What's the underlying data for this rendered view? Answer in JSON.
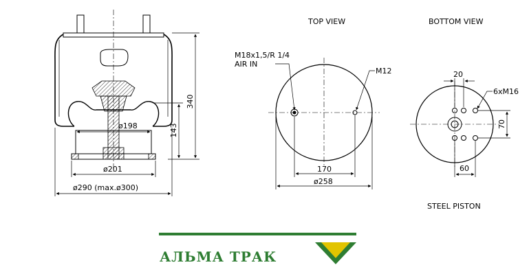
{
  "views": {
    "top_title": "TOP VIEW",
    "bottom_title": "BOTTOM VIEW",
    "steel_piston": "STEEL PISTON"
  },
  "side_view": {
    "height_total": "340",
    "height_piston": "143",
    "dia_inner": "ø198",
    "dia_piston": "ø201",
    "dia_outer": "ø290  (max.ø300)"
  },
  "top_view": {
    "air_in_line1": "M18x1,5/R 1/4",
    "air_in_line2": "AIR IN",
    "bolt_label": "M12",
    "bolt_spacing": "170",
    "plate_dia": "ø258"
  },
  "bottom_view": {
    "dim_top": "20",
    "thread_label": "6xM16",
    "dim_right": "70",
    "dim_bottom": "60"
  },
  "brand": {
    "name": "АЛЬМА ТРАК",
    "text_color": "#2e7d32",
    "bar_color": "#2e7d32",
    "logo_colors": [
      "#e2c400",
      "#2e7d32"
    ]
  }
}
